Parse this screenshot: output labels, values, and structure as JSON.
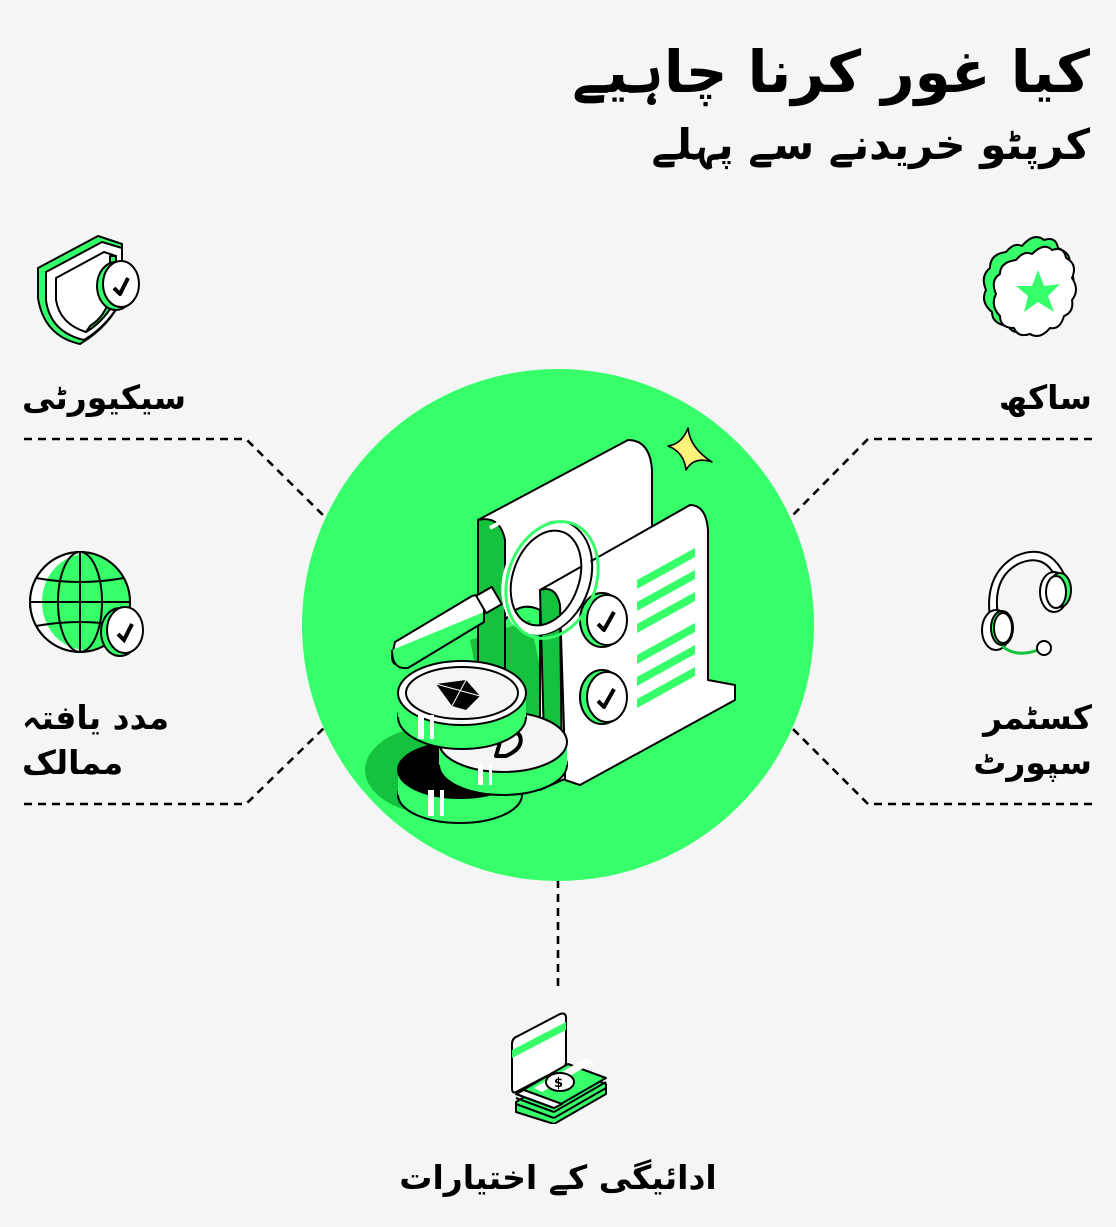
{
  "header": {
    "title": "کیا غور کرنا چاہیے",
    "subtitle": "کرپٹو خریدنے سے پہلے"
  },
  "factors": [
    {
      "id": "security",
      "label": "سیکیورٹی",
      "icon": "shield-check-icon",
      "position": "top-left"
    },
    {
      "id": "reputation",
      "label": "ساکھ",
      "icon": "star-badge-icon",
      "position": "top-right"
    },
    {
      "id": "supported-countries",
      "label_line1": "مدد یافتہ",
      "label_line2": "ممالک",
      "icon": "globe-check-icon",
      "position": "middle-left"
    },
    {
      "id": "customer-support",
      "label_line1": "کسٹمر",
      "label_line2": "سپورٹ",
      "icon": "headset-icon",
      "position": "middle-right"
    },
    {
      "id": "payment-options",
      "label": "ادائیگی کے اختیارات",
      "icon": "card-cash-icon",
      "position": "bottom-center"
    }
  ],
  "center_illustration": {
    "icon": "document-magnifier-coins-icon",
    "elements": [
      "checklist-document",
      "magnifying-glass",
      "ethereum-coin",
      "dash-coin",
      "black-coin",
      "sparkle"
    ]
  },
  "colors": {
    "background": "#f5f5f5",
    "accent_green": "#36ff6a",
    "dark_green": "#14c23e",
    "spark_yellow": "#fff27a",
    "text": "#000000"
  }
}
